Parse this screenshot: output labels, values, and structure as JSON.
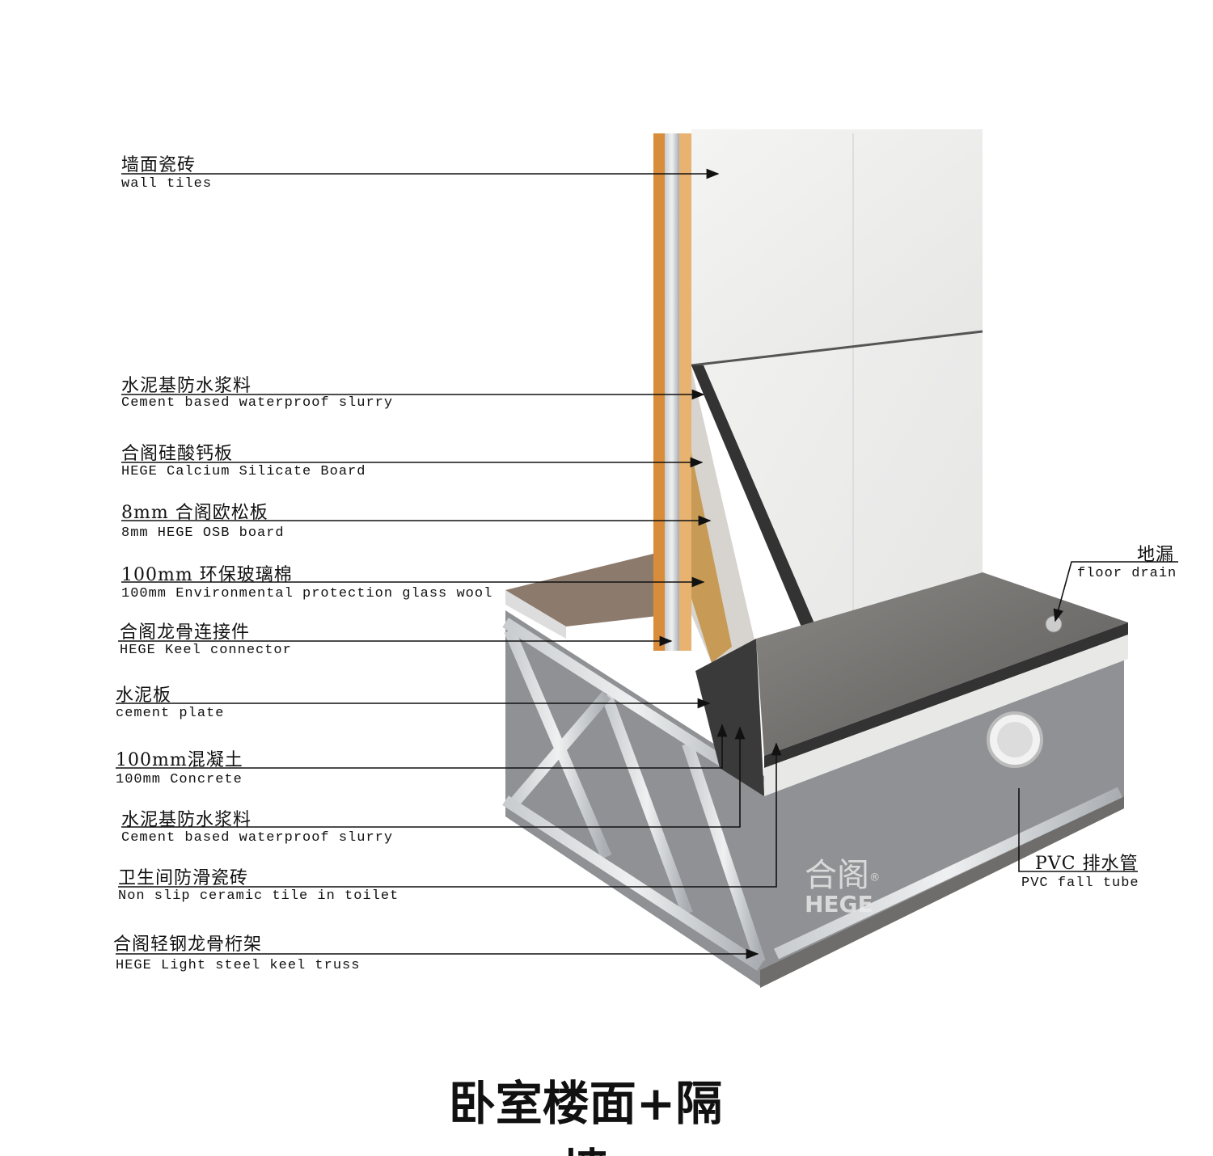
{
  "title": "卧室楼面+隔墙",
  "logo": {
    "cn": "合阁",
    "en": "HEGE",
    "mark": "®"
  },
  "labels": [
    {
      "cn": "墙面瓷砖",
      "en": "wall tiles"
    },
    {
      "cn": "水泥基防水浆料",
      "en": "Cement based waterproof slurry"
    },
    {
      "cn": "合阁硅酸钙板",
      "en": "HEGE Calcium Silicate Board"
    },
    {
      "cn": "8mm 合阁欧松板",
      "en": "8mm HEGE OSB board"
    },
    {
      "cn": "100mm 环保玻璃棉",
      "en": "100mm Environmental protection glass wool"
    },
    {
      "cn": "合阁龙骨连接件",
      "en": "HEGE Keel connector"
    },
    {
      "cn": "水泥板",
      "en": "cement plate"
    },
    {
      "cn": "100mm混凝土",
      "en": "100mm Concrete"
    },
    {
      "cn": "水泥基防水浆料",
      "en": "Cement based waterproof slurry"
    },
    {
      "cn": "卫生间防滑瓷砖",
      "en": "Non slip ceramic tile in toilet"
    },
    {
      "cn": "合阁轻钢龙骨桁架",
      "en": "HEGE Light steel keel truss"
    }
  ],
  "right_labels": [
    {
      "cn": "地漏",
      "en": "floor drain"
    },
    {
      "cn": "PVC 排水管",
      "en": "PVC fall tube"
    }
  ]
}
